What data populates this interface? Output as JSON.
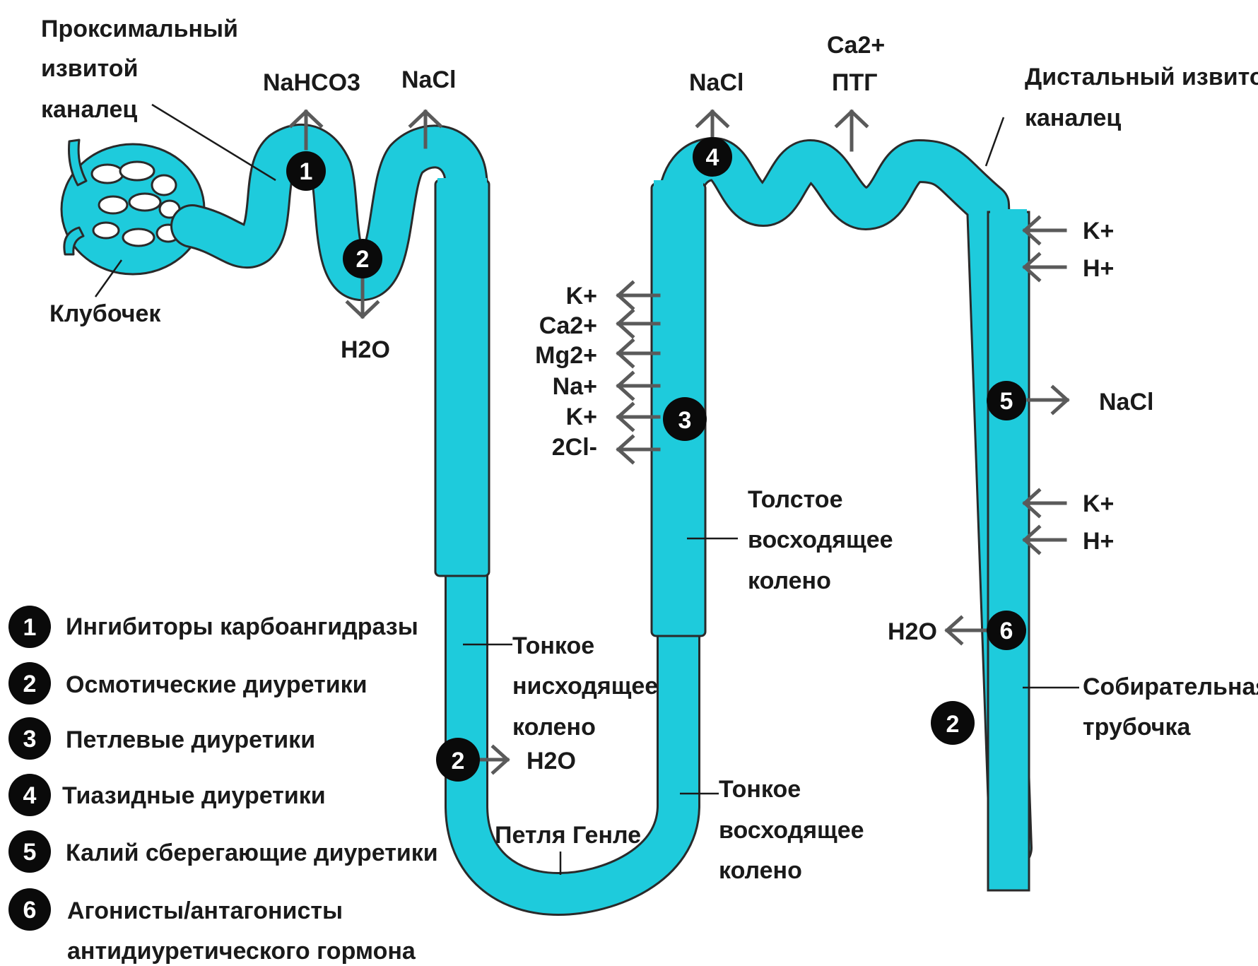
{
  "structures": {
    "proximal_tubule": [
      "Проксимальный",
      "извитой",
      "каналец"
    ],
    "glomerulus": "Клубочек",
    "distal_tubule": [
      "Дистальный извитой",
      "каналец"
    ],
    "thick_ascending_limb": [
      "Толстое",
      "восходящее",
      "колено"
    ],
    "thin_descending_limb": [
      "Тонкое",
      "нисходящее",
      "колено"
    ],
    "thin_ascending_limb": [
      "Тонкое",
      "восходящее",
      "колено"
    ],
    "loop_of_henle": "Петля Генле",
    "collecting_duct": [
      "Собирательная",
      "трубочка"
    ]
  },
  "transport": {
    "proximal_nahco3": "NaHCO3",
    "proximal_nacl": "NaCl",
    "proximal_h2o": "H2O",
    "thick_limb_ions": [
      "K+",
      "Ca2+",
      "Mg2+",
      "Na+",
      "K+",
      "2Cl-"
    ],
    "distal_nacl": "NaCl",
    "distal_ca": [
      "Ca2+",
      "ПТГ"
    ],
    "collecting_upper": [
      "K+",
      "H+"
    ],
    "collecting_nacl": "NaCl",
    "collecting_lower": [
      "K+",
      "H+"
    ],
    "collecting_h2o": "H2O",
    "descending_h2o": "H2O"
  },
  "badges": {
    "proximal": "1",
    "proximal_h2o": "2",
    "distal_nacl": "4",
    "thick_limb": "3",
    "collecting_nacl": "5",
    "collecting_h2o": "6",
    "collecting_osmotic": "2",
    "descending": "2"
  },
  "legend": [
    {
      "number": "1",
      "text": [
        "Ингибиторы карбоангидразы"
      ]
    },
    {
      "number": "2",
      "text": [
        "Осмотические диуретики"
      ]
    },
    {
      "number": "3",
      "text": [
        "Петлевые диуретики"
      ]
    },
    {
      "number": "4",
      "text": [
        "Тиазидные диуретики"
      ]
    },
    {
      "number": "5",
      "text": [
        "Калий сберегающие диуретики"
      ]
    },
    {
      "number": "6",
      "text": [
        "Агонисты/антагонисты",
        "антидиуретического гормона"
      ]
    }
  ],
  "colors": {
    "tubule": "#1ecbdc",
    "arrow": "#5a5a5a",
    "badge": "#0a0a0a",
    "text": "#1a1a1a"
  }
}
